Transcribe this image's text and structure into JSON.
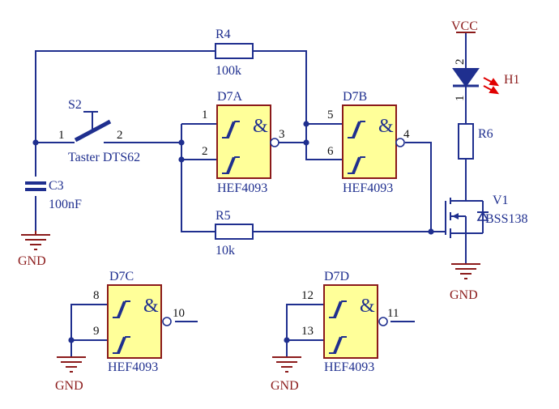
{
  "components": {
    "r4": {
      "name": "R4",
      "value": "100k"
    },
    "r5": {
      "name": "R5",
      "value": "10k"
    },
    "r6": {
      "name": "R6"
    },
    "s2": {
      "name": "S2",
      "value": "Taster DTS62",
      "pin1": "1",
      "pin2": "2"
    },
    "c3": {
      "name": "C3",
      "value": "100nF"
    },
    "d7a": {
      "name": "D7A",
      "part": "HEF4093",
      "pins": [
        "1",
        "2",
        "3"
      ]
    },
    "d7b": {
      "name": "D7B",
      "part": "HEF4093",
      "pins": [
        "5",
        "6",
        "4"
      ]
    },
    "d7c": {
      "name": "D7C",
      "part": "HEF4093",
      "pins": [
        "8",
        "9",
        "10"
      ]
    },
    "d7d": {
      "name": "D7D",
      "part": "HEF4093",
      "pins": [
        "12",
        "13",
        "11"
      ]
    },
    "h1": {
      "name": "H1",
      "pin_top": "2",
      "pin_bottom": "1"
    },
    "v1": {
      "name": "V1",
      "part": "BSS138"
    }
  },
  "gate_symbol": "&",
  "power": {
    "vcc": "VCC",
    "gnd": "GND"
  },
  "colors": {
    "wire": "#1f2f8f",
    "power": "#8b1a1a",
    "gate_fill": "#ffff99",
    "led_arrows": "#e00000"
  }
}
